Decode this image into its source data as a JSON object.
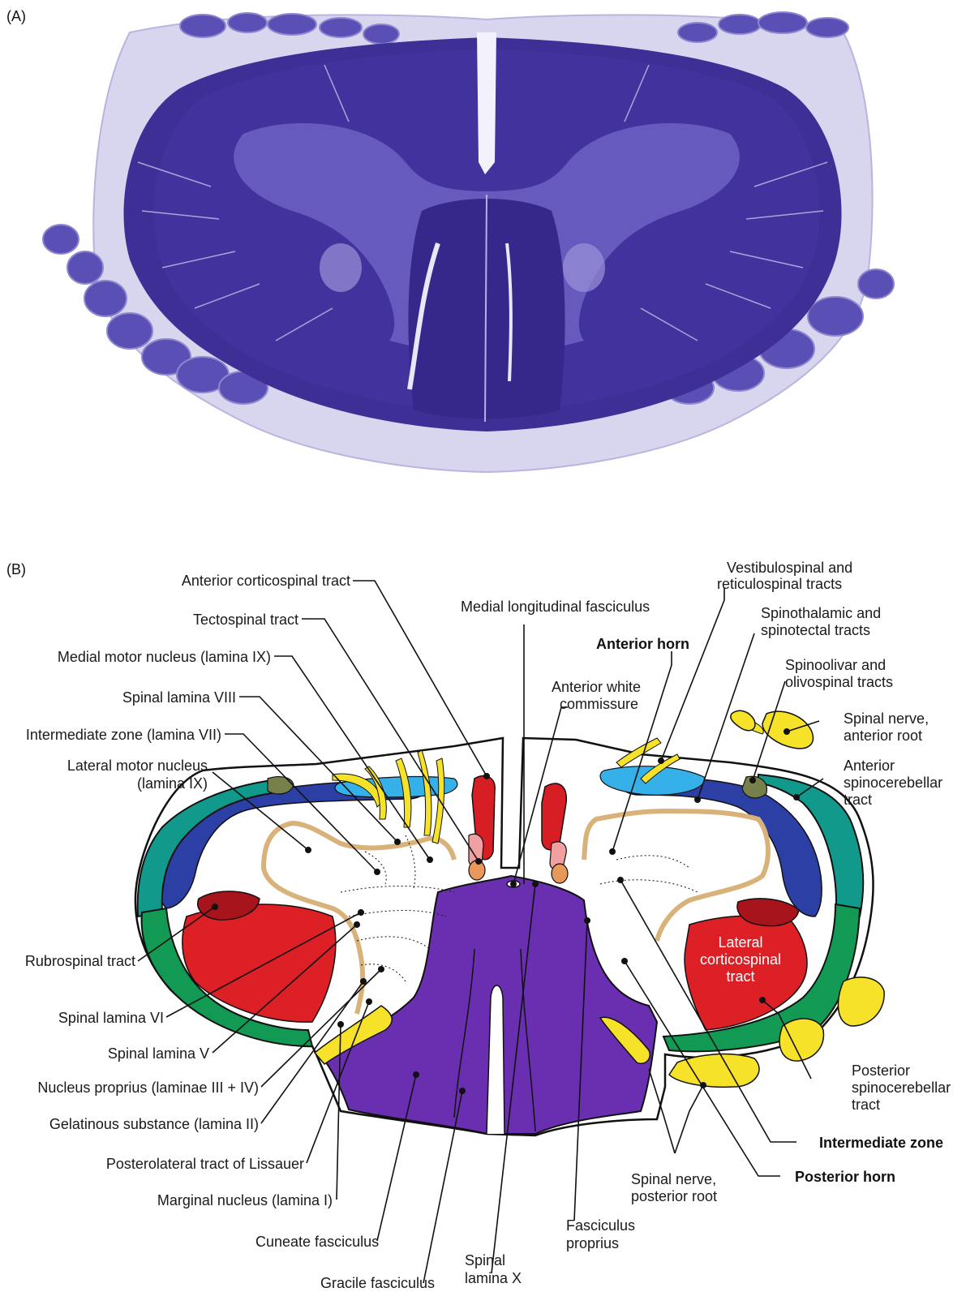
{
  "panels": {
    "a": "(A)",
    "b": "(B)"
  },
  "colors": {
    "stain_dark": "#3b2e8f",
    "stain_mid": "#4a3ea8",
    "gray_matter_stain": "#6a5cc0",
    "meninges": "#c9c6ea",
    "white": "#ffffff",
    "dorsal_columns": "#6a2fb0",
    "lateral_corticospinal": "#dd1f26",
    "rubrospinal": "#a8141b",
    "anterior_corticospinal": "#d81e25",
    "medial_longitudinal": "#f0a0a0",
    "tectospinal": "#e8985a",
    "vestibulospinal": "#36b0e8",
    "reticulospinal": "#2b3fa5",
    "spinothalamic": "#2b3fa5",
    "anterior_spinocerebellar": "#119a8c",
    "posterior_spinocerebellar": "#129a55",
    "spinoolivar": "#777f4a",
    "nerve_roots": "#f7e22a",
    "gray_outline": "#d9b27a"
  },
  "labels": {
    "anterior_corticospinal": "Anterior corticospinal tract",
    "tectospinal": "Tectospinal tract",
    "medial_motor": "Medial motor nucleus (lamina IX)",
    "lamina_viii": "Spinal lamina VIII",
    "intermediate_zone_vii": "Intermediate zone (lamina VII)",
    "lateral_motor_1": "Lateral motor nucleus",
    "lateral_motor_2": "(lamina IX)",
    "rubrospinal": "Rubrospinal tract",
    "lamina_vi": "Spinal lamina VI",
    "lamina_v": "Spinal lamina V",
    "nucleus_proprius": "Nucleus proprius (laminae III + IV)",
    "gelatinous": "Gelatinous substance (lamina II)",
    "lissauer": "Posterolateral tract of Lissauer",
    "marginal": "Marginal nucleus (lamina I)",
    "cuneate": "Cuneate fasciculus",
    "gracile": "Gracile fasciculus",
    "lamina_x_1": "Spinal",
    "lamina_x_2": "lamina X",
    "fasc_proprius_1": "Fasciculus",
    "fasc_proprius_2": "proprius",
    "mlf": "Medial longitudinal fasciculus",
    "anterior_horn": "Anterior horn",
    "ant_white_comm_1": "Anterior white",
    "ant_white_comm_2": "commissure",
    "vestibulo_1": "Vestibulospinal and",
    "vestibulo_2": "reticulospinal tracts",
    "spinothal_1": "Spinothalamic and",
    "spinothal_2": "spinotectal tracts",
    "spinoolivar_1": "Spinoolivar and",
    "spinoolivar_2": "olivospinal tracts",
    "ant_root_1": "Spinal nerve,",
    "ant_root_2": "anterior root",
    "ant_spinocereb_1": "Anterior",
    "ant_spinocereb_2": "spinocerebellar",
    "ant_spinocereb_3": "tract",
    "lat_cst_1": "Lateral",
    "lat_cst_2": "corticospinal",
    "lat_cst_3": "tract",
    "post_spinocereb_1": "Posterior",
    "post_spinocereb_2": "spinocerebellar",
    "post_spinocereb_3": "tract",
    "intermediate_zone": "Intermediate zone",
    "posterior_horn": "Posterior horn",
    "post_root_1": "Spinal nerve,",
    "post_root_2": "posterior root"
  }
}
